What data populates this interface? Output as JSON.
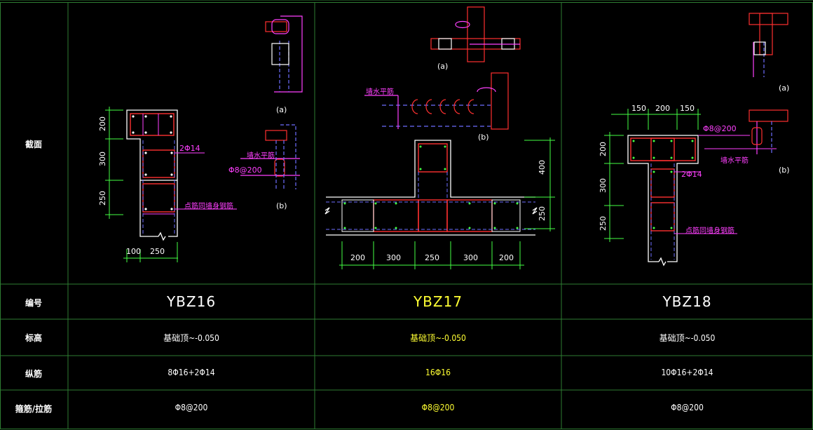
{
  "row_headers": {
    "section": "截面",
    "code": "编号",
    "elevation": "标高",
    "longitudinal": "纵筋",
    "stirrup": "箍筋/拉筋"
  },
  "columns": [
    {
      "code": "YBZ16",
      "elevation": "基础顶~-0.050",
      "longitudinal": "8Φ16+2Φ14",
      "stirrup": "Φ8@200",
      "dims_vertical": [
        "200",
        "300",
        "250"
      ],
      "dims_horizontal": [
        "100",
        "250"
      ],
      "callout_bar": "2Φ14",
      "callout_wall": "点筋同墙身钢筋",
      "callout_horizontal": "墙水平筋",
      "callout_stirrup": "Φ8@200",
      "detail_a": "(a)",
      "detail_b": "(b)"
    },
    {
      "code": "YBZ17",
      "elevation": "基础顶~-0.050",
      "longitudinal": "16Φ16",
      "stirrup": "Φ8@200",
      "dims_vertical": [
        "400",
        "250"
      ],
      "dims_horizontal": [
        "200",
        "300",
        "250",
        "300",
        "200"
      ],
      "callout_horizontal": "墙水平筋",
      "detail_a": "(a)",
      "detail_b": "(b)"
    },
    {
      "code": "YBZ18",
      "elevation": "基础顶~-0.050",
      "longitudinal": "10Φ16+2Φ14",
      "stirrup": "Φ8@200",
      "dims_vertical": [
        "200",
        "300",
        "250"
      ],
      "dims_horizontal": [
        "150",
        "200",
        "150"
      ],
      "callout_bar": "2Φ14",
      "callout_wall": "点筋同墙身钢筋",
      "callout_horizontal": "墙水平筋",
      "callout_stirrup": "Φ8@200",
      "detail_a": "(a)",
      "detail_b": "(b)"
    }
  ],
  "colors": {
    "grid": "#2e7d32",
    "outline": "#ffffff",
    "rebar": "#ff3030",
    "tie": "#ff40ff",
    "dim": "#44ff44",
    "callout": "#ff40ff",
    "highlight": "#ffff33",
    "dash": "#6e6eff"
  }
}
